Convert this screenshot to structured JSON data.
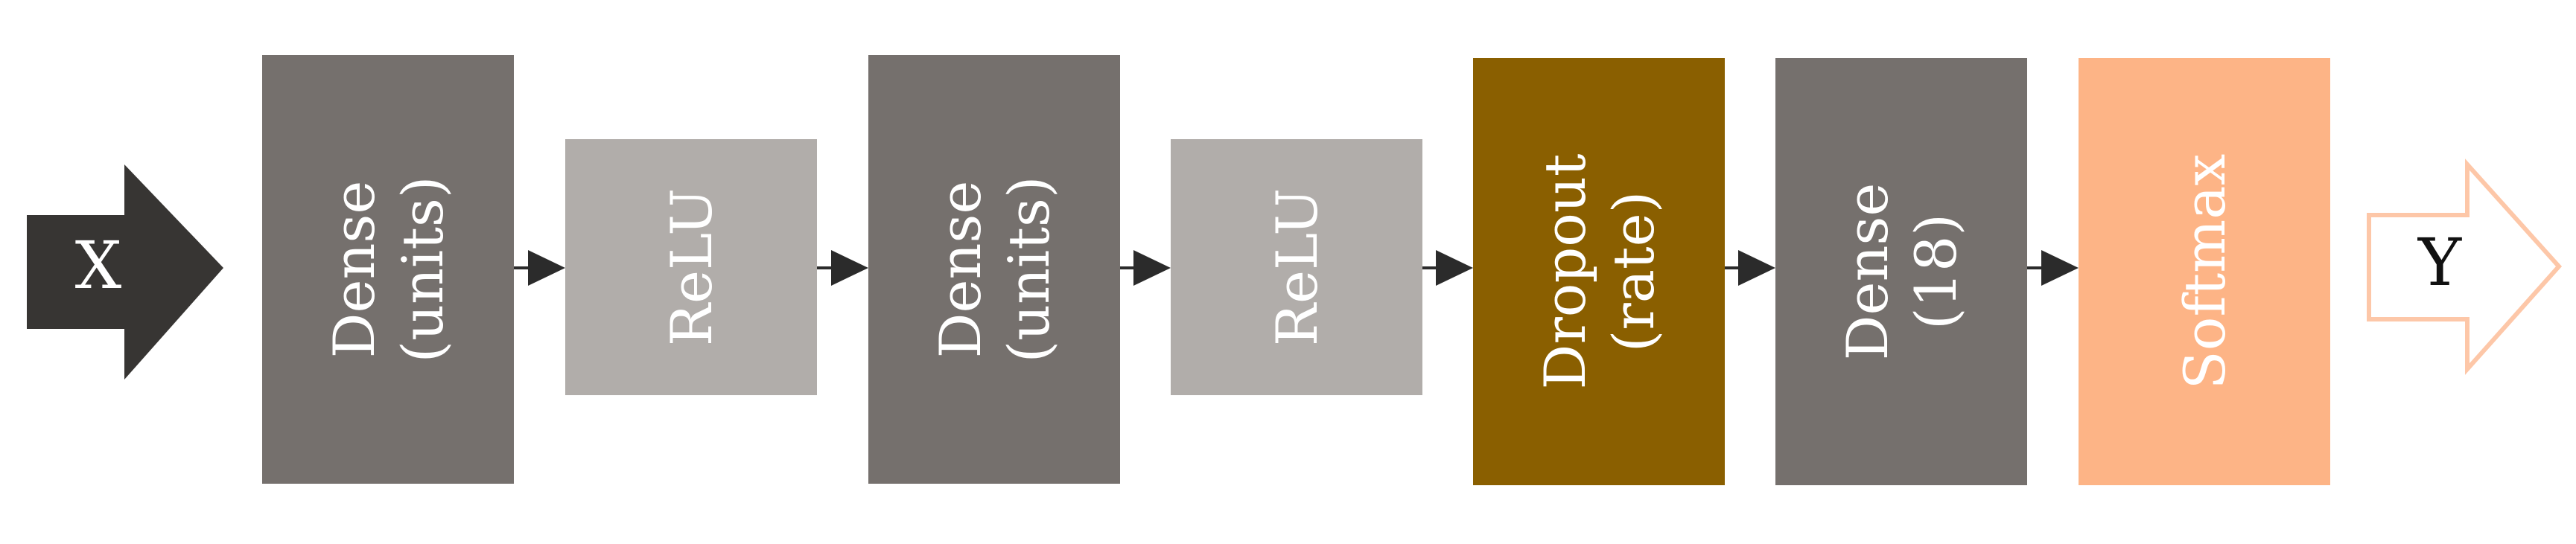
{
  "colors": {
    "background": "#ffffff",
    "dense": "#75706d",
    "relu": "#b1adaa",
    "dropout": "#8a5f00",
    "softmax": "#fdb486",
    "input_arrow": "#373533",
    "output_arrow_stroke": "#fdc7a8",
    "connector": "#2b2b2b"
  },
  "input": {
    "label": "X"
  },
  "output": {
    "label": "Y"
  },
  "layers": [
    {
      "kind": "dense",
      "lines": [
        "Dense",
        "(units)"
      ]
    },
    {
      "kind": "relu",
      "lines": [
        "ReLU"
      ]
    },
    {
      "kind": "dense",
      "lines": [
        "Dense",
        "(units)"
      ]
    },
    {
      "kind": "relu",
      "lines": [
        "ReLU"
      ]
    },
    {
      "kind": "dropout",
      "lines": [
        "Dropout",
        "(rate)"
      ]
    },
    {
      "kind": "dense",
      "lines": [
        "Dense",
        "(18)"
      ]
    },
    {
      "kind": "softmax",
      "lines": [
        "Softmax"
      ]
    }
  ]
}
